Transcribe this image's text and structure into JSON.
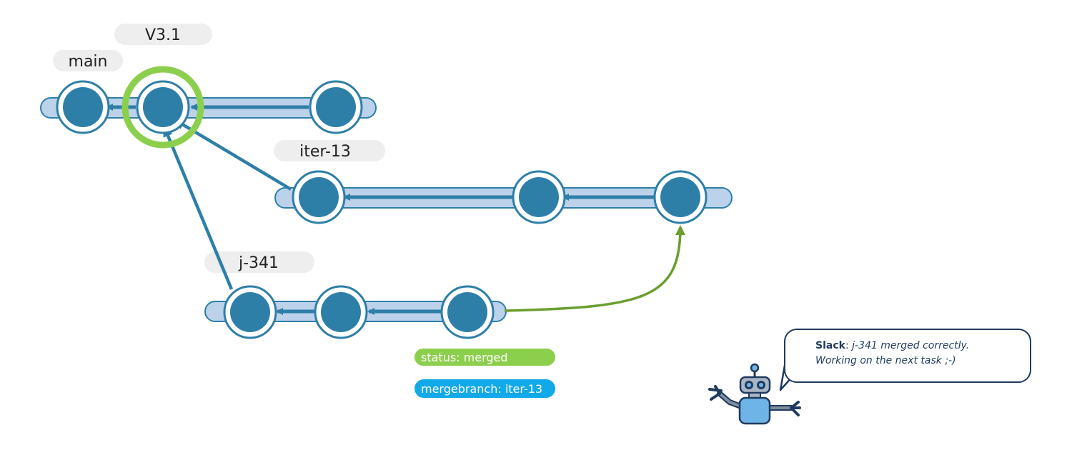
{
  "branches": {
    "main": "main",
    "iter": "iter-13",
    "j": "j-341"
  },
  "tag": "V3.1",
  "badges": {
    "status": "status: merged",
    "mergebranch": "mergebranch: iter-13"
  },
  "message": {
    "sender": "Slack",
    "line1": "j-341 merged correctly.",
    "line2": "Working on the next task ;-)"
  },
  "colors": {
    "commit": "#2e7fa8",
    "lane": "#bcd2ea",
    "lane_border": "#2e7fa8",
    "merge": "#6a9e2f",
    "tag_ring": "#8ccf4d",
    "status_badge": "#8ccf4d",
    "branch_badge": "#12a9e8",
    "label_bg": "#eeeeee"
  }
}
